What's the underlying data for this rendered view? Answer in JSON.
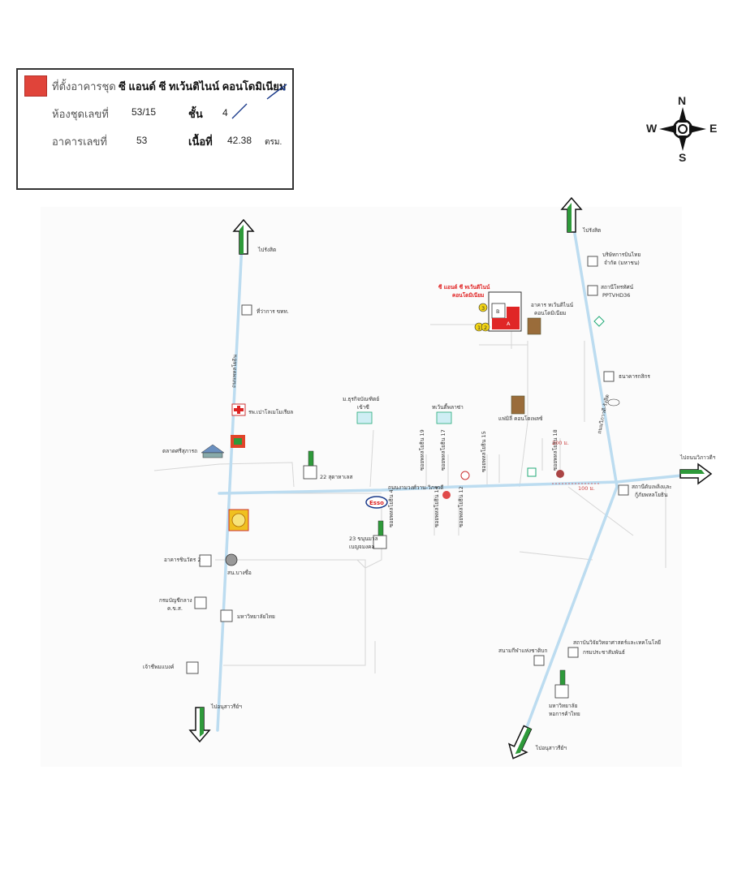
{
  "info": {
    "location_label": "ที่ตั้งอาคารชุด",
    "project_name": "ซี แอนด์ ซี ทเว้นติไนน์ คอนโดมิเนียม",
    "unit_label": "ห้องชุดเลขที่",
    "unit_value": "53/15",
    "floor_label": "ชั้น",
    "floor_value": "4",
    "building_label": "อาคารเลขที่",
    "building_value": "53",
    "area_label": "เนื้อที่",
    "area_value": "42.38",
    "area_unit": "ตรม."
  },
  "compass": {
    "n": "N",
    "s": "S",
    "e": "E",
    "w": "W"
  },
  "colors": {
    "legend_red": "#e0443a",
    "road": "#bcdcf0",
    "arrow_green": "#2e9a3a"
  },
  "roads": {
    "left_vertical": "ถนนพหลโยธิน",
    "right_vertical": "ถนนวิภาวดี-รังสิต",
    "horizontal": "ถนนงามวงศ์วาน-วิภาวดี"
  },
  "directions": {
    "left_top": "ไปรังสิต",
    "left_bottom": "ไปอนุสาวรีย์ฯ",
    "right_top": "ไปรังสิต",
    "right_bottom": "ไปอนุสาวรีย์ฯ",
    "east": "ไปถนนวิภาวดีฯ"
  },
  "landmarks": {
    "project_title_1": "ซี แอนด์ ซี ทเว้นติไนน์",
    "project_title_2": "คอนโดมิเนียม",
    "project_block_a": "A",
    "project_block_b": "B",
    "project_num_1": "1",
    "project_num_2": "2",
    "project_num_3": "3",
    "project_side_1": "อาคาร ทเว้นติไนน์",
    "project_side_2": "คอนโดมิเนียม",
    "l_kabbaansakha": "ที่ว่าการ ขทท.",
    "l_hospital": "รพ.เปาโลเมโมเรียล",
    "l_market": "ตลาดศรีสุภารถ",
    "l_school_22": "22 สุดาหาเลส",
    "l_university": "ม.ธุรกิจบัณฑิตย์",
    "l_university_2": "เข้าซี",
    "l_twentyplaza": "ทเว้นตี้พลาซ่า",
    "l_condo_green": "แฟมิลี่ คอนโดเพลซ์",
    "l_soi_1": "ซอยพหลโยธิน 19",
    "l_soi_2": "ซอยพหลโยธิน 17",
    "l_soi_3": "ซอยพหลโยธิน 15",
    "l_soi_4": "ซอยพหลโยธิน 18",
    "l_soi_5": "ซอยพหลโยธิน 14",
    "l_soi_6": "ซอยพหลโยธิน 12",
    "l_soi_7": "ซอยพหลโยธิน 4",
    "l_dist_1": "200 ม.",
    "l_dist_2": "100 ม.",
    "l_khanom": "23 ขนุนมาล",
    "l_khanom_2": "เบญจมงคล",
    "l_air": "บริษัทการบินไทย",
    "l_air_2": "จำกัด (มหาชน)",
    "l_station": "สถานีโทรทัศน์",
    "l_station_2": "PPTVHD36",
    "l_bank": "ธนาคารกสิกร",
    "l_power": "สถานีดับเพลิงและ",
    "l_power_2": "กู้ภัยพหลโยธิน",
    "l_bldg_2": "อาคารชินวัตร 2",
    "l_temple": "สน.บางซื่อ",
    "l_post": "กรมบัญชีกลาง",
    "l_post_2": "ค.ข.ส.",
    "l_deaf": "มหาวิทยาลัยไทย",
    "l_park": "เจ้าชีพมแบงค์",
    "l_stadium": "สนามกีฬาแห่งชาติบก",
    "l_hall": "สถาบันวิจัยวิทยาศาสตร์และเทคโนโลยี",
    "l_hall_2": "กรมประชาสัมพันธ์",
    "l_uni_bottom": "มหาวิทยาลัย",
    "l_uni_bottom_2": "หอการค้าไทย",
    "l_esso": "Esso"
  }
}
